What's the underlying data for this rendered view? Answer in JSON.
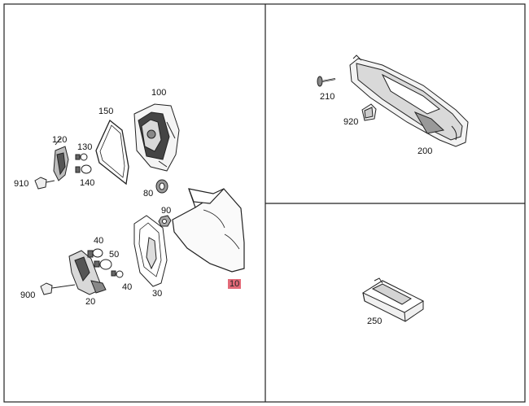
{
  "diagram": {
    "highlight_color": "#e36a78",
    "line_color": "#222222",
    "panels": [
      {
        "id": "main-assembly",
        "parts": [
          "100",
          "150",
          "120",
          "130",
          "910",
          "140",
          "80",
          "90",
          "40",
          "50",
          "30",
          "10",
          "900",
          "20"
        ]
      },
      {
        "id": "upper-right",
        "parts": [
          "210",
          "920",
          "200"
        ]
      },
      {
        "id": "lower-right",
        "parts": [
          "250"
        ]
      }
    ],
    "labels": {
      "p100": "100",
      "p150": "150",
      "p120": "120",
      "p130": "130",
      "p910": "910",
      "p140": "140",
      "p80": "80",
      "p90": "90",
      "p40a": "40",
      "p50": "50",
      "p40b": "40",
      "p30": "30",
      "p10": "10",
      "p900": "900",
      "p20": "20",
      "p210": "210",
      "p920": "920",
      "p200": "200",
      "p250": "250"
    },
    "highlighted_part": "10"
  }
}
